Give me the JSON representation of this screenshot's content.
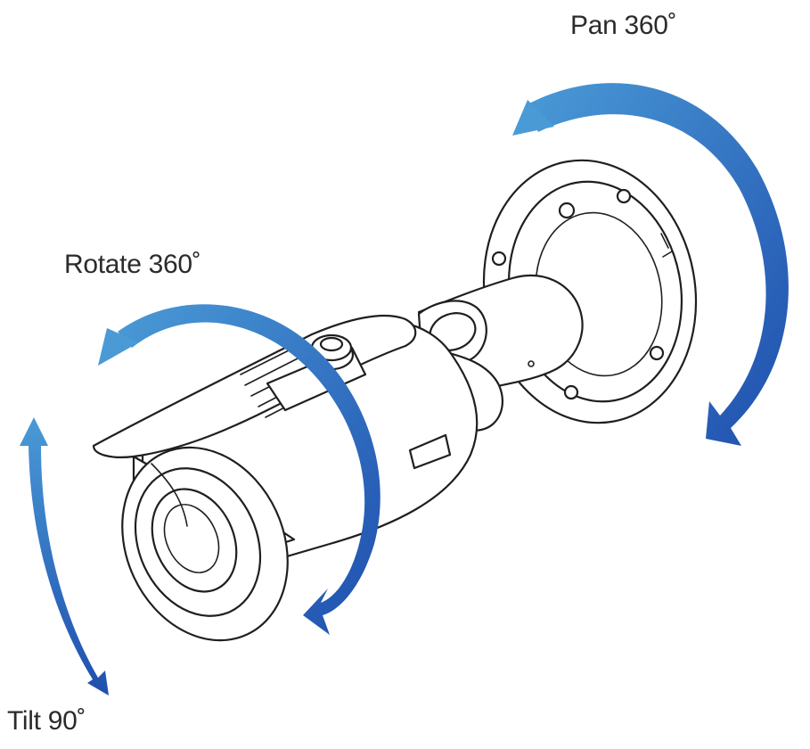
{
  "labels": {
    "pan": "Pan 360˚",
    "rotate": "Rotate 360˚",
    "tilt": "Tilt 90˚"
  },
  "colors": {
    "arrow_light": "#4a9ad6",
    "arrow_dark": "#1f4fae",
    "outline": "#1f1f1f",
    "text": "#2b2b2b"
  },
  "icons": [
    "bullet-camera-illustration",
    "pan-arrow",
    "rotate-arrow",
    "tilt-arrow"
  ]
}
